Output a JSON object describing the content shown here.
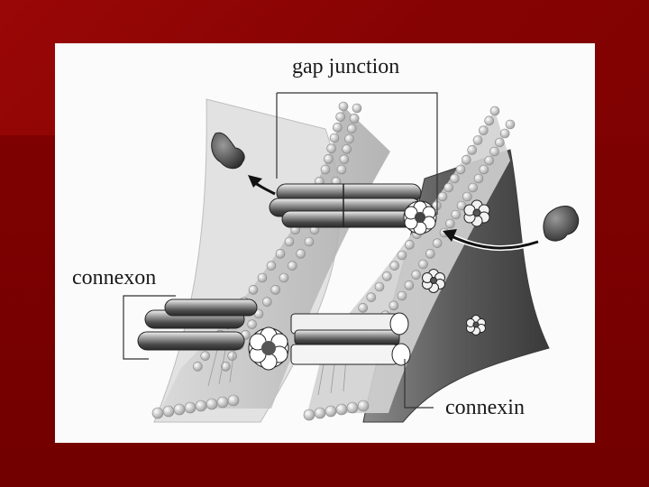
{
  "labels": {
    "gap_junction": "gap junction",
    "connexon": "connexon",
    "connexin": "connexin"
  },
  "colors": {
    "slide_background": "#8b0000",
    "panel": "#fbfbfb",
    "membrane_light": "#e4e4e4",
    "membrane_dark": "#555555",
    "lipid_head": "#cfcfcf"
  }
}
